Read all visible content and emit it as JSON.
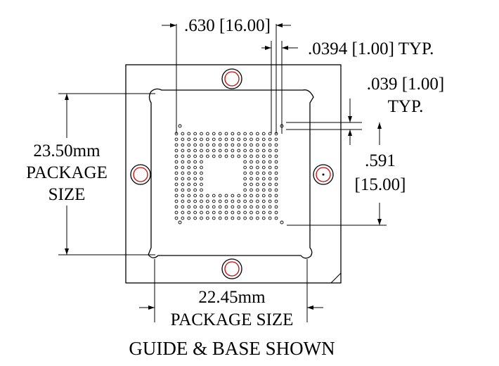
{
  "dimensions": {
    "top_span": ".630 [16.00]",
    "pitch": ".0394 [1.00] TYP.",
    "offset_line1": ".039 [1.00]",
    "offset_line2": "TYP.",
    "vertical_span_line1": ".591",
    "vertical_span_line2": "[15.00]",
    "package_height_line1": "23.50mm",
    "package_height_line2": "PACKAGE",
    "package_height_line3": "SIZE",
    "package_width_line1": "22.45mm",
    "package_width_line2": "PACKAGE SIZE"
  },
  "caption": "GUIDE & BASE SHOWN",
  "colors": {
    "line": "#000000",
    "hole_ring": "#d40000",
    "background": "#ffffff"
  },
  "grid": {
    "rows": 16,
    "cols": 17,
    "empty_center_rows": 6,
    "empty_center_cols": 6
  }
}
